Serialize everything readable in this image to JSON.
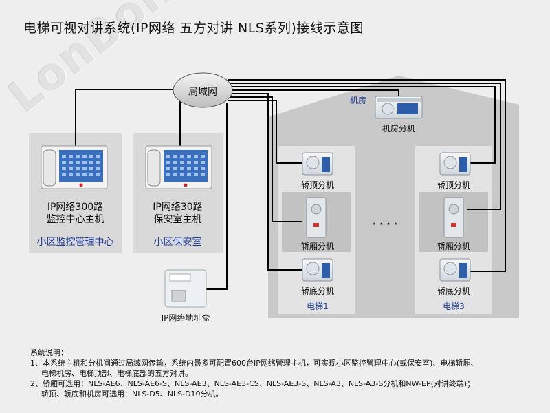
{
  "title": "电梯可视对讲系统(IP网络 五方对讲 NLS系列)接线示意图",
  "watermark": "LonBon",
  "lan_label": "局域网",
  "host_center": {
    "line1": "IP网络300路",
    "line2": "监控中心主机",
    "area": "小区监控管理中心"
  },
  "host_security": {
    "line1": "IP网络30路",
    "line2": "保安室主机",
    "area": "小区保安室"
  },
  "address_box_label": "IP网络地址盒",
  "machine_room": {
    "area": "机房",
    "device": "机房分机"
  },
  "elevator1": {
    "top_device": "轿顶分机",
    "car_device": "轿厢分机",
    "pit_device": "轿底分机",
    "name": "电梯1"
  },
  "elevator3": {
    "top_device": "轿顶分机",
    "car_device": "轿厢分机",
    "pit_device": "轿底分机",
    "name": "电梯3"
  },
  "ellipsis": "· · · ·",
  "notes": {
    "heading": "系统说明：",
    "line1": "1、本系统主机和分机间通过局域网传输，系统内最多可配置600台IP网络管理主机，可实现小区监控管理中心(或保安室)、电梯轿厢、",
    "line2": "电梯机房、电梯顶部、电梯底部的五方对讲。",
    "line3": "2、轿厢可选用：NLS-AE6、NLS-AE6-S、NLS-AE3、NLS-AE3-CS、NLS-AE3-S、NLS-A3、NLS-A3-S分机和NW-EP(对讲终端)；",
    "line4": "轿顶、轿底和机房可选用：NLS-D5、NLS-D10分机。"
  },
  "colors": {
    "panel": "#d9d9d9",
    "blue_text": "#1f3e9e",
    "house": "#c9c9c9",
    "inner_panel": "#e3e3e3",
    "wire": "#000000"
  }
}
